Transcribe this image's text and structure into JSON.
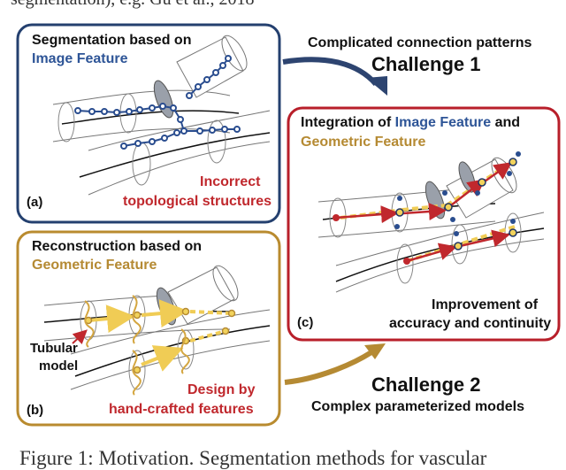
{
  "header_cut": "segmentation), e.g. Gu et al., 2018",
  "footer_cut": "Figure 1: Motivation. Segmentation methods for vascular",
  "colors": {
    "blue": "#3a5f9e",
    "gold": "#c8a24a",
    "red": "#c0282d",
    "dark_blue": "#1f3566",
    "dark_gold": "#b58a33",
    "dark_red": "#b21e2a"
  },
  "panel_a": {
    "title_line1": "Segmentation based on",
    "title_line2": "Image Feature",
    "note_line1": "Incorrect",
    "note_line2": "topological structures",
    "label": "(a)"
  },
  "panel_b": {
    "title_line1": "Reconstruction based on",
    "title_line2": "Geometric Feature",
    "tubular_line1": "Tubular",
    "tubular_line2": "model",
    "note_line1": "Design by",
    "note_line2": "hand-crafted features",
    "label": "(b)"
  },
  "panel_c": {
    "title_part1": "Integration of ",
    "title_part2": "Image Feature",
    "title_part3": " and",
    "title_line2": "Geometric Feature",
    "note_line1": "Improvement of",
    "note_line2": "accuracy and continuity",
    "label": "(c)"
  },
  "challenge1": {
    "subtitle": "Complicated connection patterns",
    "title": "Challenge 1"
  },
  "challenge2": {
    "title": "Challenge 2",
    "subtitle": "Complex parameterized models"
  }
}
